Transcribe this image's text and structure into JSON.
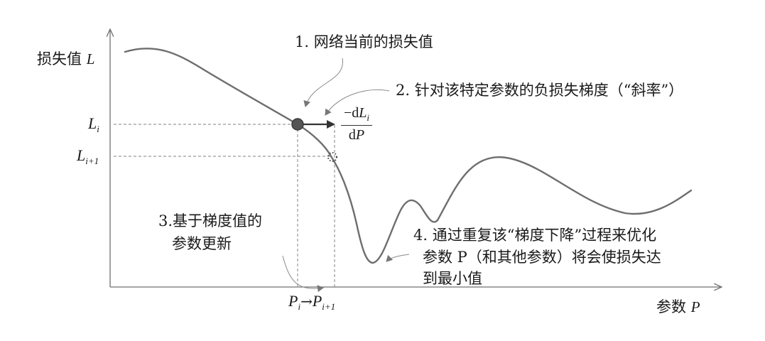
{
  "axes": {
    "y_label": "损失值",
    "y_var": "L",
    "x_label": "参数",
    "x_var": "P"
  },
  "y_ticks": {
    "li_base": "L",
    "li_sub": "i",
    "li1_base": "L",
    "li1_sub": "i+1"
  },
  "x_ticks": {
    "pi_base": "P",
    "pi_sub": "i",
    "arrow": "→",
    "pi1_base": "P",
    "pi1_sub": "i+1"
  },
  "gradient": {
    "numerator_prefix": "−d",
    "numerator_var": "L",
    "numerator_sub": "i",
    "denominator_prefix": "d",
    "denominator_var": "P"
  },
  "annotations": {
    "a1": "1. 网络当前的损失值",
    "a2": "2. 针对该特定参数的负损失梯度（“斜率”）",
    "a3_line1": "3.基于梯度值的",
    "a3_line2": "参数更新",
    "a4_line1": "4. 通过重复该“梯度下降”过程来优化",
    "a4_line2": "参数 P（和其他参数）将会使损失达",
    "a4_line3": "到最小值"
  },
  "colors": {
    "axis": "#707070",
    "curve": "#6e6e6e",
    "guide": "#808080",
    "point": "#555555",
    "text": "#1a1a1a"
  }
}
